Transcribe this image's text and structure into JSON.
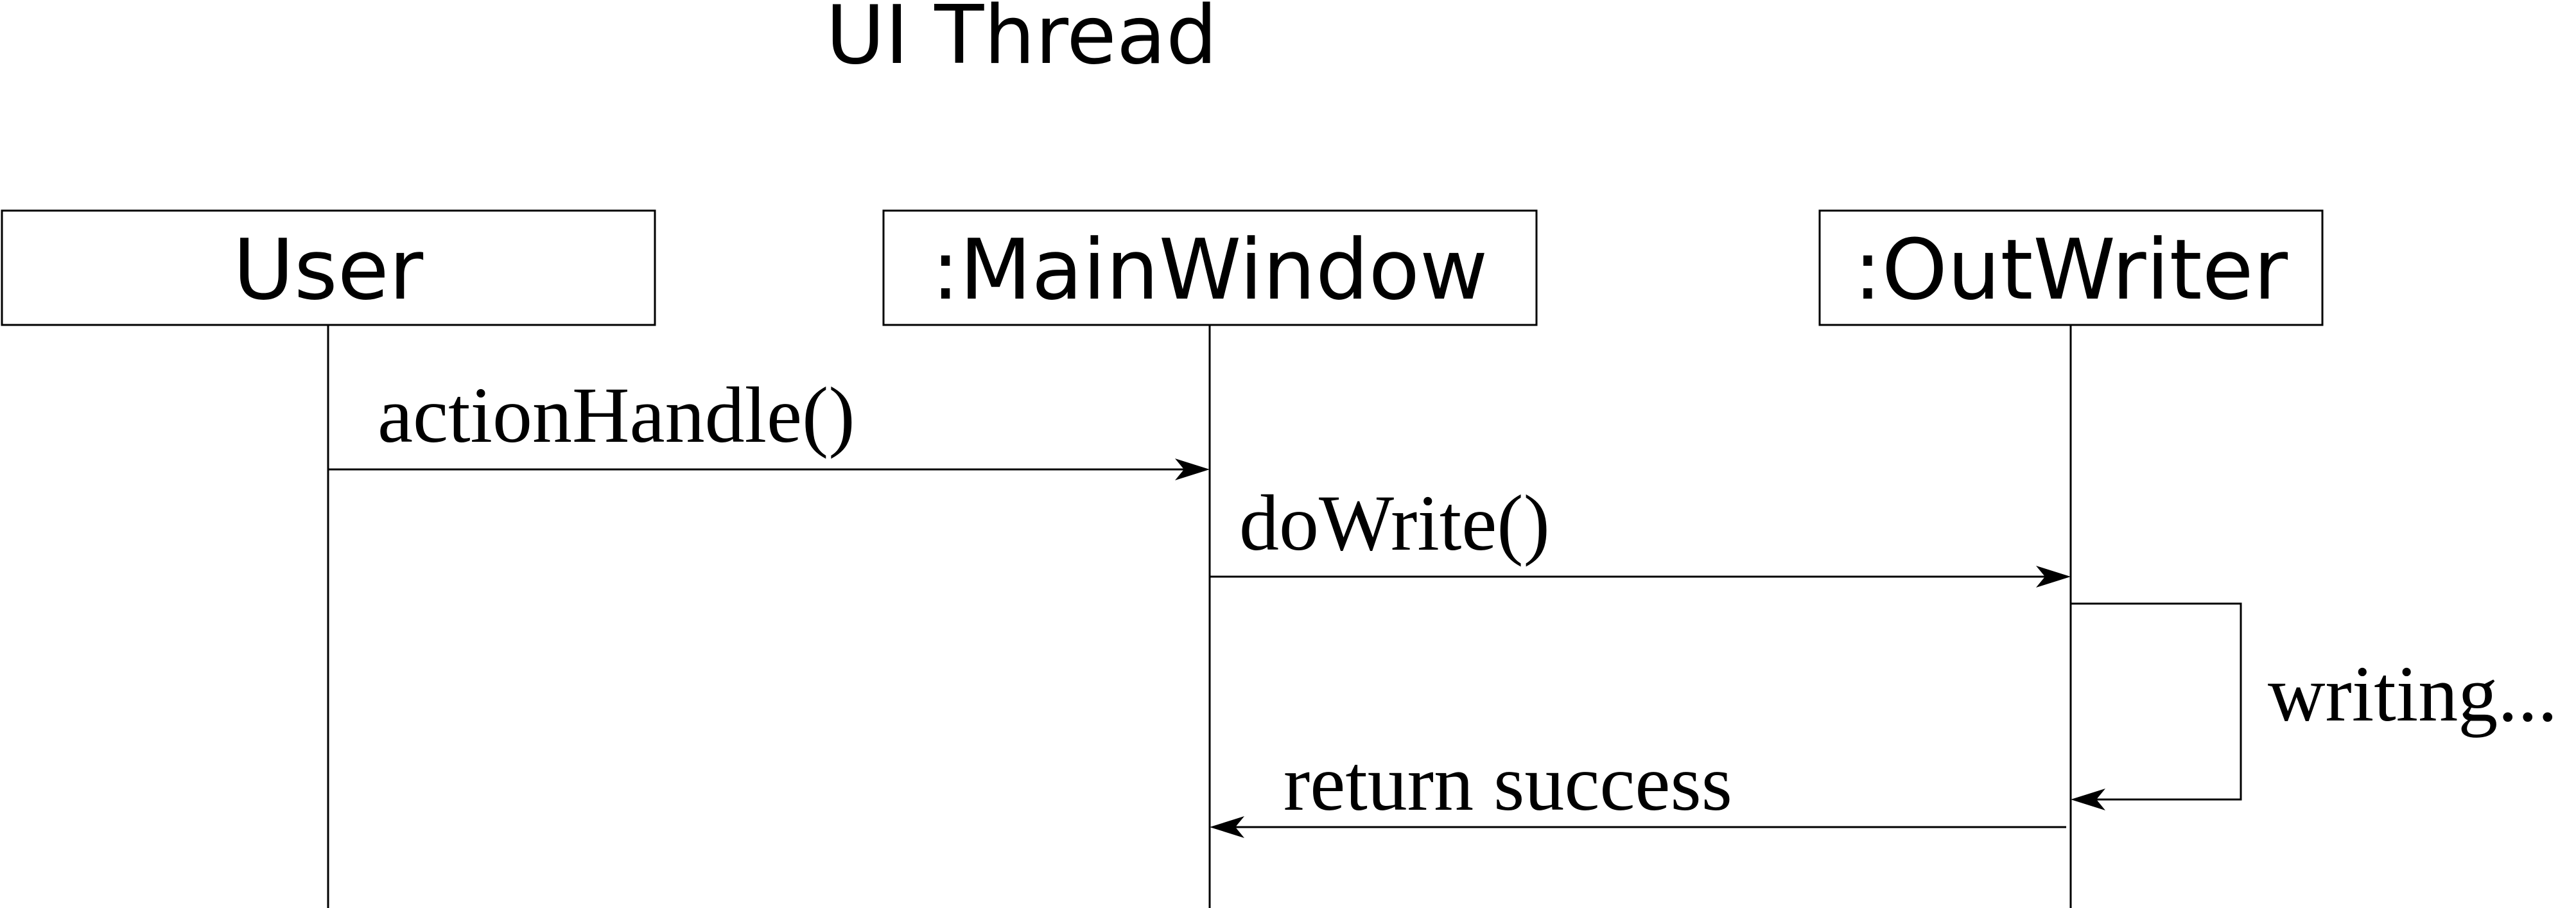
{
  "title": "UI Thread",
  "participants": [
    {
      "label": "User"
    },
    {
      "label": ":MainWindow"
    },
    {
      "label": ":OutWriter"
    }
  ],
  "messages": [
    {
      "label": "actionHandle()",
      "from": "User",
      "to": ":MainWindow"
    },
    {
      "label": "doWrite()",
      "from": ":MainWindow",
      "to": ":OutWriter"
    },
    {
      "label": "writing...",
      "from": ":OutWriter",
      "to": ":OutWriter"
    },
    {
      "label": "return success",
      "from": ":OutWriter",
      "to": ":MainWindow"
    }
  ]
}
